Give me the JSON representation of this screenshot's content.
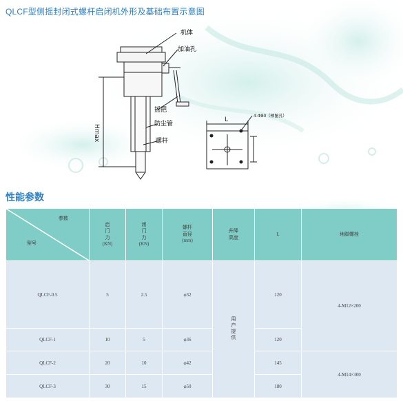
{
  "title": "QLCF型侧摇封闭式螺杆启闭机外形及基础布置示意图",
  "drawing": {
    "labels": {
      "body": "机体",
      "oil_hole": "加油孔",
      "handle": "摇把",
      "dust_tube": "防尘管",
      "screw": "螺杆",
      "hmax": "Hmax",
      "l": "L",
      "bolt_hole": "4-Φ80（预留孔）"
    }
  },
  "section_title": "性能参数",
  "table": {
    "header": {
      "diag_param": "参数",
      "diag_model": "型号",
      "open_force": [
        "启",
        "门",
        "力",
        "(KN)"
      ],
      "close_force": [
        "闭",
        "门",
        "力",
        "(KN)"
      ],
      "screw_dia": [
        "螺杆",
        "直径",
        "(mm)"
      ],
      "lift_height": [
        "升降",
        "高度"
      ],
      "l": "L",
      "anchor_bolt": "地脚螺栓"
    },
    "rows": [
      {
        "model": "QLCF-0.5",
        "open": "5",
        "close": "2.5",
        "dia": "φ32",
        "l": "120"
      },
      {
        "model": "QLCF-1",
        "open": "10",
        "close": "5",
        "dia": "φ36",
        "l": "120"
      },
      {
        "model": "QLCF-2",
        "open": "20",
        "close": "10",
        "dia": "φ42",
        "l": "145"
      },
      {
        "model": "QLCF-3",
        "open": "30",
        "close": "15",
        "dia": "φ50",
        "l": "180"
      }
    ],
    "lift_value": "用户提供",
    "bolt_a": "4-M12×200",
    "bolt_b": "4-M14×300"
  }
}
